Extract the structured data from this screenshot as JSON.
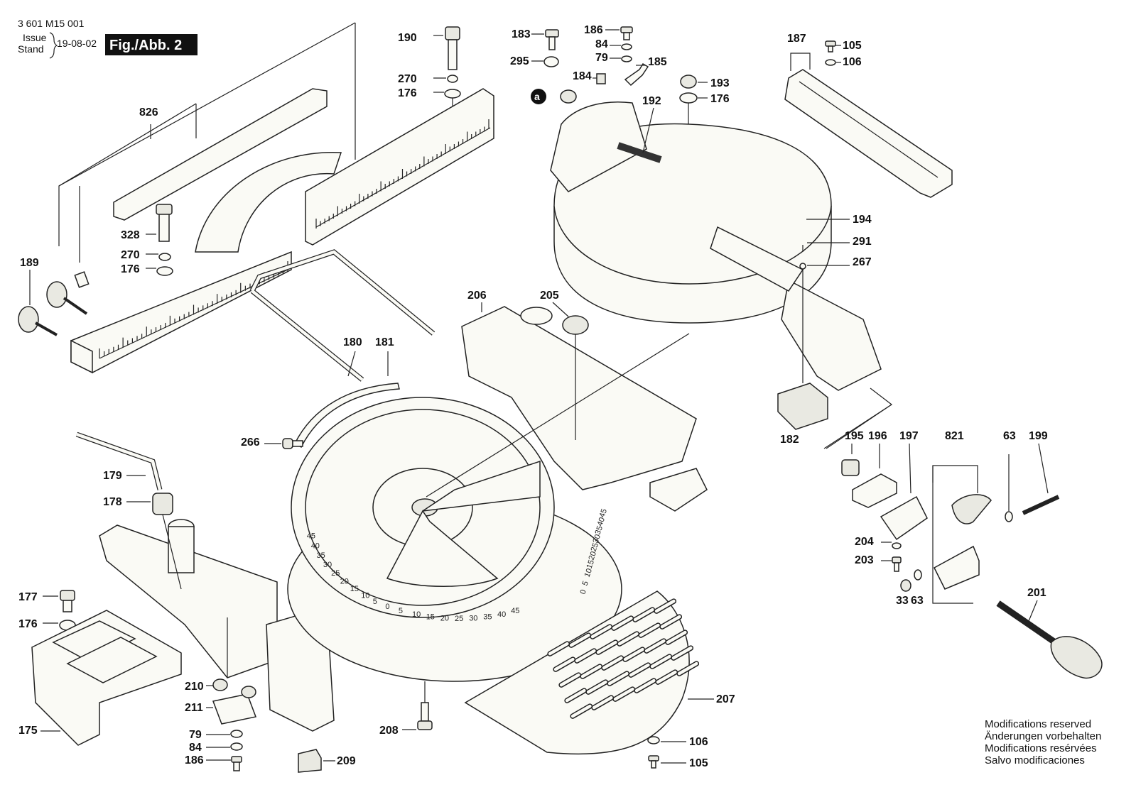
{
  "header": {
    "doc_number": "3 601 M15 001",
    "issue_label": "Issue",
    "stand_label": "Stand",
    "date": "19-08-02",
    "figure_label": "Fig./Abb. 2"
  },
  "marker": "a",
  "callouts": [
    {
      "id": "c190",
      "text": "190"
    },
    {
      "id": "c270a",
      "text": "270"
    },
    {
      "id": "c176a",
      "text": "176"
    },
    {
      "id": "c826",
      "text": "826"
    },
    {
      "id": "c328",
      "text": "328"
    },
    {
      "id": "c270b",
      "text": "270"
    },
    {
      "id": "c176b",
      "text": "176"
    },
    {
      "id": "c189",
      "text": "189"
    },
    {
      "id": "c183",
      "text": "183"
    },
    {
      "id": "c295",
      "text": "295"
    },
    {
      "id": "c186a",
      "text": "186"
    },
    {
      "id": "c84a",
      "text": "84"
    },
    {
      "id": "c79a",
      "text": "79"
    },
    {
      "id": "c185",
      "text": "185"
    },
    {
      "id": "c184",
      "text": "184"
    },
    {
      "id": "c192",
      "text": "192"
    },
    {
      "id": "c193",
      "text": "193"
    },
    {
      "id": "c176c",
      "text": "176"
    },
    {
      "id": "c187",
      "text": "187"
    },
    {
      "id": "c105a",
      "text": "105"
    },
    {
      "id": "c106a",
      "text": "106"
    },
    {
      "id": "c194",
      "text": "194"
    },
    {
      "id": "c291",
      "text": "291"
    },
    {
      "id": "c267",
      "text": "267"
    },
    {
      "id": "c206",
      "text": "206"
    },
    {
      "id": "c205",
      "text": "205"
    },
    {
      "id": "c180",
      "text": "180"
    },
    {
      "id": "c181",
      "text": "181"
    },
    {
      "id": "c182",
      "text": "182"
    },
    {
      "id": "c266",
      "text": "266"
    },
    {
      "id": "c195",
      "text": "195"
    },
    {
      "id": "c196",
      "text": "196"
    },
    {
      "id": "c197",
      "text": "197"
    },
    {
      "id": "c821",
      "text": "821"
    },
    {
      "id": "c63a",
      "text": "63"
    },
    {
      "id": "c199",
      "text": "199"
    },
    {
      "id": "c179",
      "text": "179"
    },
    {
      "id": "c178",
      "text": "178"
    },
    {
      "id": "c204",
      "text": "204"
    },
    {
      "id": "c203",
      "text": "203"
    },
    {
      "id": "c33",
      "text": "33"
    },
    {
      "id": "c63b",
      "text": "63"
    },
    {
      "id": "c201",
      "text": "201"
    },
    {
      "id": "c177",
      "text": "177"
    },
    {
      "id": "c176d",
      "text": "176"
    },
    {
      "id": "c210",
      "text": "210"
    },
    {
      "id": "c211",
      "text": "211"
    },
    {
      "id": "c79b",
      "text": "79"
    },
    {
      "id": "c84b",
      "text": "84"
    },
    {
      "id": "c186b",
      "text": "186"
    },
    {
      "id": "c175",
      "text": "175"
    },
    {
      "id": "c208",
      "text": "208"
    },
    {
      "id": "c209",
      "text": "209"
    },
    {
      "id": "c207",
      "text": "207"
    },
    {
      "id": "c106b",
      "text": "106"
    },
    {
      "id": "c105b",
      "text": "105"
    }
  ],
  "bevel_scale": [
    "45",
    "40",
    "35",
    "30",
    "25",
    "20",
    "15",
    "10",
    "5",
    "0",
    "5",
    "10",
    "15",
    "20",
    "25",
    "30",
    "35",
    "40",
    "45"
  ],
  "miter_scale": [
    "45",
    "40",
    "35",
    "30",
    "25",
    "20",
    "15",
    "10",
    "5",
    "0"
  ],
  "notes": [
    "Modifications reserved",
    "Änderungen vorbehalten",
    "Modifications resérvées",
    "Salvo modificaciones"
  ]
}
